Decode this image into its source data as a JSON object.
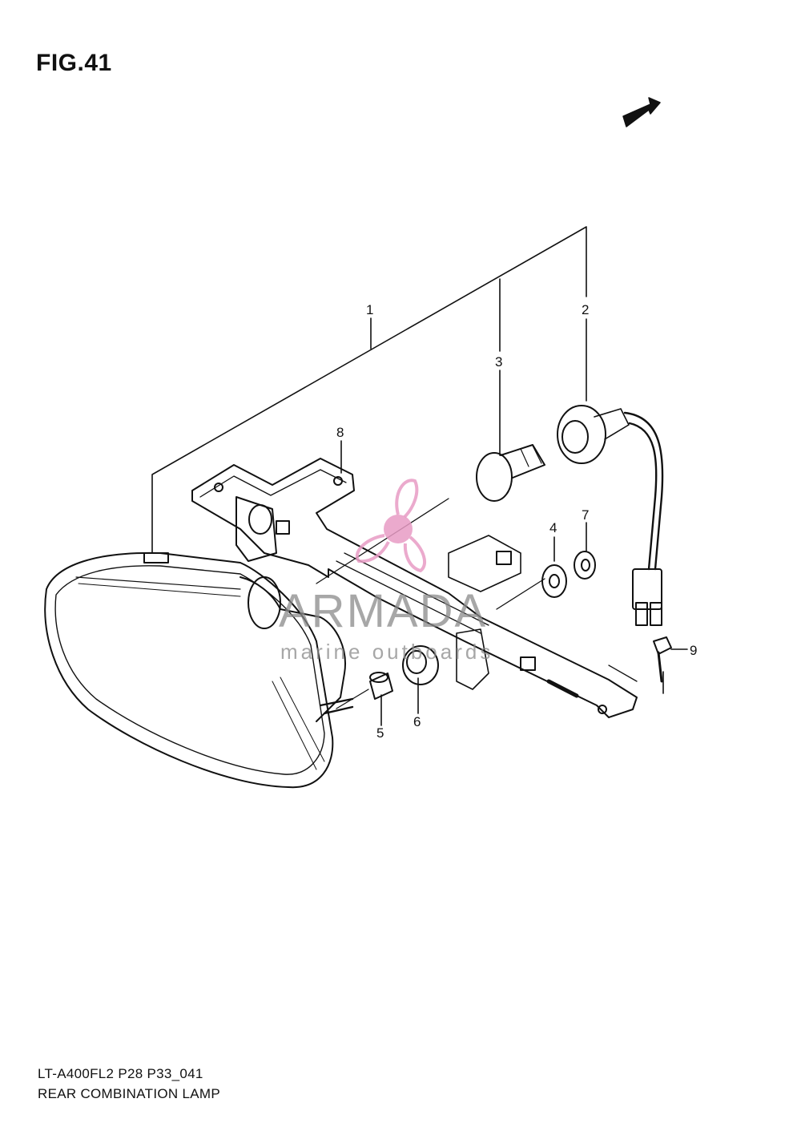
{
  "figure": {
    "title": "FIG.41",
    "code": "LT-A400FL2 P28 P33_041",
    "name": "REAR COMBINATION LAMP"
  },
  "fwd_arrow": {
    "label": "FWD"
  },
  "callouts": [
    {
      "id": "1",
      "label": "1"
    },
    {
      "id": "2",
      "label": "2"
    },
    {
      "id": "3",
      "label": "3"
    },
    {
      "id": "4",
      "label": "4"
    },
    {
      "id": "5",
      "label": "5"
    },
    {
      "id": "6",
      "label": "6"
    },
    {
      "id": "7",
      "label": "7"
    },
    {
      "id": "8",
      "label": "8"
    },
    {
      "id": "9",
      "label": "9"
    }
  ],
  "watermark": {
    "brand": "ARMADA",
    "tagline": "marine outboards",
    "accent_color": "#e89bc4"
  }
}
